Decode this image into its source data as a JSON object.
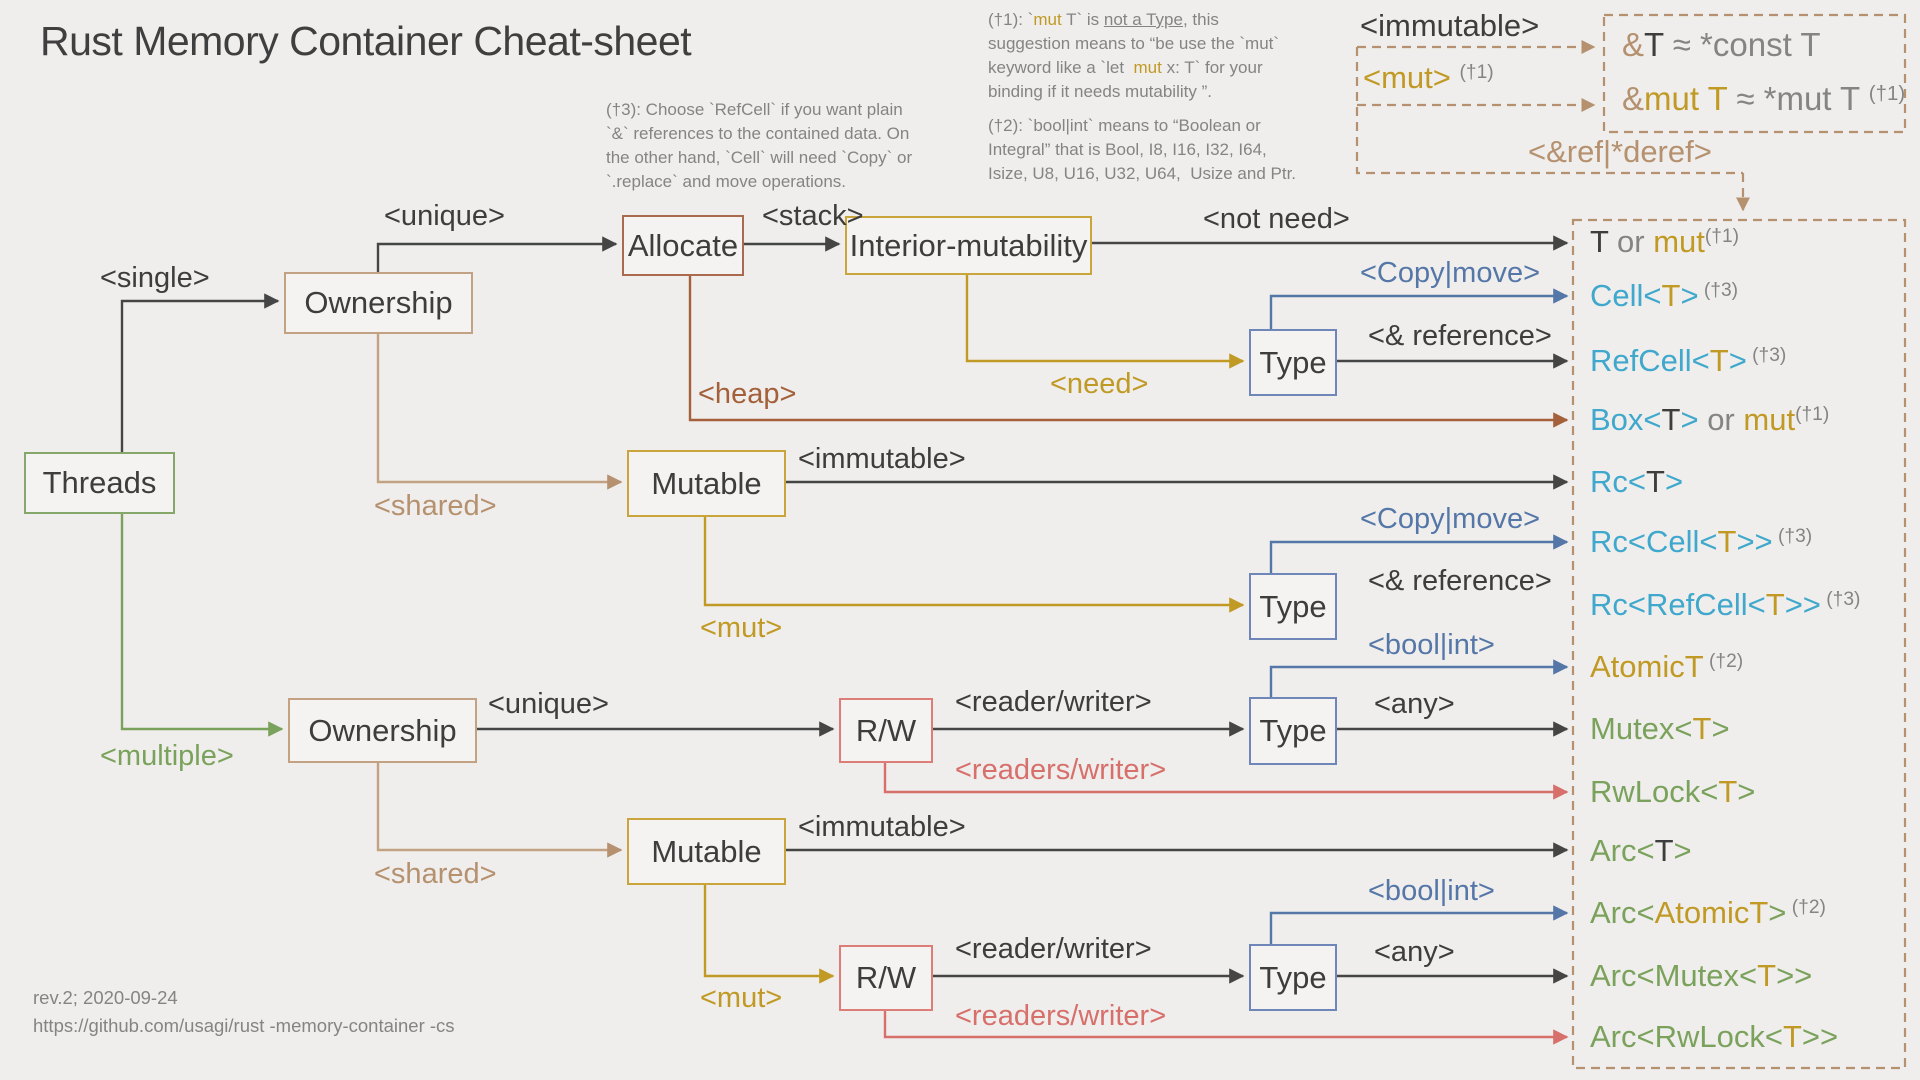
{
  "title": "Rust Memory Container Cheat-sheet",
  "colors": {
    "background": "#efeeec",
    "dark": "#3d3d3d",
    "gray": "#848484",
    "cyan": "#3fa8cc",
    "gold": "#c19a25",
    "green": "#7ba25c",
    "tan": "#b5916f",
    "brown": "#a4603a",
    "red": "#d76f6b",
    "blue": "#5577a8"
  },
  "nodes": {
    "threads": "Threads",
    "ownership": "Ownership",
    "allocate": "Allocate",
    "interior_mutability": "Interior-mutability",
    "type": "Type",
    "mutable": "Mutable",
    "rw": "R/W"
  },
  "labels": {
    "single": "<single>",
    "unique": "<unique>",
    "stack": "<stack>",
    "not_need": "<not need>",
    "copy_move": "<Copy|move>",
    "reference": "<& reference>",
    "need": "<need>",
    "heap": "<heap>",
    "immutable": "<immutable>",
    "shared": "<shared>",
    "mut": "<mut>",
    "multiple": "<multiple>",
    "reader_writer": "<reader/writer>",
    "readers_writer": "<readers/writer>",
    "bool_int": "<bool|int>",
    "any": "<any>",
    "ref_deref": "<&ref|*deref>"
  },
  "mut_top": [
    {
      "t": "<mut> ",
      "c": "gold"
    },
    {
      "t": "(†1)",
      "c": "gray",
      "sup": 1
    }
  ],
  "legend": {
    "rows": [
      [
        {
          "t": "&",
          "c": "tan"
        },
        {
          "t": "T",
          "c": "dark"
        },
        {
          "t": " ≈ *const T",
          "c": "gray"
        }
      ],
      [
        {
          "t": "&",
          "c": "tan"
        },
        {
          "t": "mut T",
          "c": "gold"
        },
        {
          "t": " ≈ *mut T ",
          "c": "gray"
        },
        {
          "t": "(†1)",
          "c": "gray",
          "sup": 1
        }
      ]
    ]
  },
  "notes": {
    "note1": [
      {
        "t": "(†1): `",
        "c": "gray"
      },
      {
        "t": "mut",
        "c": "gold"
      },
      {
        "t": " T` is ",
        "c": "gray"
      },
      {
        "t": "not a Type",
        "c": "gray",
        "u": 1
      },
      {
        "t": ", this\nsuggestion means to “be use the `mut`\nkeyword like a `let  ",
        "c": "gray"
      },
      {
        "t": "mut",
        "c": "gold"
      },
      {
        "t": " x: T` for your\nbinding if it needs mutability ”.",
        "c": "gray"
      }
    ],
    "note2": [
      {
        "t": "(†2): `bool|int` means to “Boolean or\nIntegral” that is Bool, I8, I16, I32, I64,\nIsize, U8, U16, U32, U64,  Usize and Ptr.",
        "c": "gray"
      }
    ],
    "note3": [
      {
        "t": "(†3): Choose `RefCell` if you want plain\n`&` references to the contained data. On\nthe other hand, `Cell` will need `Copy` or\n`.replace` and move operations.",
        "c": "gray"
      }
    ]
  },
  "results": [
    [
      {
        "t": "T",
        "c": "dark"
      },
      {
        "t": " or ",
        "c": "gray"
      },
      {
        "t": "mut",
        "c": "gold"
      },
      {
        "t": "(†1)",
        "c": "gray",
        "sup": 1
      }
    ],
    [
      {
        "t": "Cell<",
        "c": "cyan"
      },
      {
        "t": "T",
        "c": "gold"
      },
      {
        "t": ">",
        "c": "cyan"
      },
      {
        "t": " (†3)",
        "c": "gray",
        "sup": 1
      }
    ],
    [
      {
        "t": "RefCell<",
        "c": "cyan"
      },
      {
        "t": "T",
        "c": "gold"
      },
      {
        "t": ">",
        "c": "cyan"
      },
      {
        "t": " (†3)",
        "c": "gray",
        "sup": 1
      }
    ],
    [
      {
        "t": "Box<",
        "c": "cyan"
      },
      {
        "t": "T",
        "c": "dark"
      },
      {
        "t": ">",
        "c": "cyan"
      },
      {
        "t": " or ",
        "c": "gray"
      },
      {
        "t": "mut",
        "c": "gold"
      },
      {
        "t": "(†1)",
        "c": "gray",
        "sup": 1
      }
    ],
    [
      {
        "t": "Rc<",
        "c": "cyan"
      },
      {
        "t": "T",
        "c": "dark"
      },
      {
        "t": ">",
        "c": "cyan"
      }
    ],
    [
      {
        "t": "Rc<Cell<",
        "c": "cyan"
      },
      {
        "t": "T",
        "c": "gold"
      },
      {
        "t": ">>",
        "c": "cyan"
      },
      {
        "t": " (†3)",
        "c": "gray",
        "sup": 1
      }
    ],
    [
      {
        "t": "Rc<RefCell<",
        "c": "cyan"
      },
      {
        "t": "T",
        "c": "gold"
      },
      {
        "t": ">>",
        "c": "cyan"
      },
      {
        "t": " (†3)",
        "c": "gray",
        "sup": 1
      }
    ],
    [
      {
        "t": "AtomicT",
        "c": "gold"
      },
      {
        "t": " (†2)",
        "c": "gray",
        "sup": 1
      }
    ],
    [
      {
        "t": "Mutex<",
        "c": "green"
      },
      {
        "t": "T",
        "c": "gold"
      },
      {
        "t": ">",
        "c": "green"
      }
    ],
    [
      {
        "t": "RwLock<",
        "c": "green"
      },
      {
        "t": "T",
        "c": "gold"
      },
      {
        "t": ">",
        "c": "green"
      }
    ],
    [
      {
        "t": "Arc<",
        "c": "green"
      },
      {
        "t": "T",
        "c": "dark"
      },
      {
        "t": ">",
        "c": "green"
      }
    ],
    [
      {
        "t": "Arc<",
        "c": "green"
      },
      {
        "t": "AtomicT",
        "c": "gold"
      },
      {
        "t": ">",
        "c": "green"
      },
      {
        "t": " (†2)",
        "c": "gray",
        "sup": 1
      }
    ],
    [
      {
        "t": "Arc<Mutex<",
        "c": "green"
      },
      {
        "t": "T",
        "c": "gold"
      },
      {
        "t": ">>",
        "c": "green"
      }
    ],
    [
      {
        "t": "Arc<RwLock<",
        "c": "green"
      },
      {
        "t": "T",
        "c": "gold"
      },
      {
        "t": ">>",
        "c": "green"
      }
    ]
  ],
  "footer": {
    "line1": "rev.2; 2020-09-24",
    "line2": "https://github.com/usagi/rust -memory-container -cs"
  }
}
